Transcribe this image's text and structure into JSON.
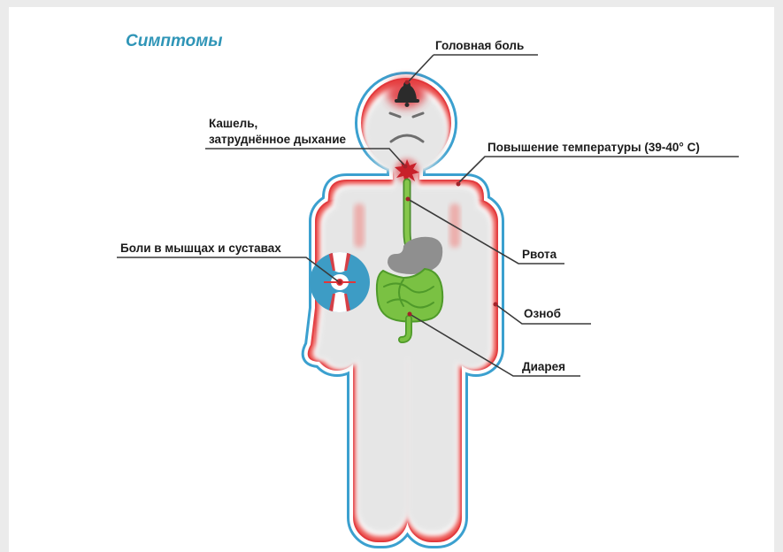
{
  "title": "Симптомы",
  "labels": {
    "headache": "Головная боль",
    "cough_line1": "Кашель,",
    "cough_line2": "затруднённое дыхание",
    "fever": "Повышение температуры (39-40° С)",
    "muscle_pain": "Боли в мышцах и суставах",
    "vomiting": "Рвота",
    "chills": "Озноб",
    "diarrhea": "Диарея"
  },
  "colors": {
    "title": "#2f95b7",
    "body_fill": "#e6e6e6",
    "heat_glow": "#e2363a",
    "outline": "#3ba0cf",
    "digestive": "#7ac143",
    "stomach": "#8f8f8f",
    "pointer": "#a3232a"
  },
  "icons": [
    "alarm-bell-icon",
    "sad-face-icon",
    "throat-burst-icon",
    "joint-pain-icon",
    "stomach-icon",
    "intestines-icon"
  ]
}
